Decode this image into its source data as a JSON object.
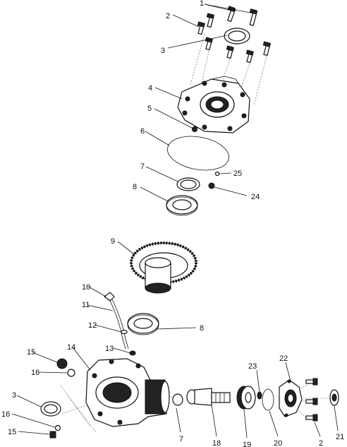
{
  "diagram": {
    "callouts": [
      "1",
      "2",
      "3",
      "4",
      "5",
      "6",
      "7",
      "8",
      "9",
      "10",
      "11",
      "12",
      "8",
      "13",
      "14",
      "15",
      "16",
      "3",
      "16",
      "15",
      "7",
      "18",
      "19",
      "20",
      "2",
      "21",
      "22",
      "23",
      "24",
      "25"
    ]
  },
  "colors": {
    "ink": "#111111",
    "background": "#ffffff"
  }
}
